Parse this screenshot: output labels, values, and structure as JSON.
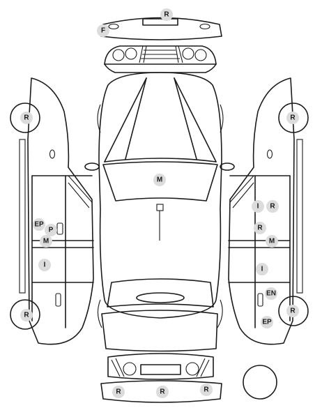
{
  "diagram": {
    "marker_color": "#dcdcdc",
    "line_color": "#1a1a1a",
    "markers": {
      "rear_bumper": "R",
      "rear_left_corner": "F",
      "roof": "M",
      "left_front_wheel": "R",
      "left_rear_wheel": "R",
      "left_front_door_1": "EP",
      "left_front_door_2": "P",
      "left_front_door_3": "M",
      "left_rear_door": "I",
      "right_front_wheel": "R",
      "right_rear_wheel": "R",
      "right_front_door_1": "I",
      "right_front_door_2": "R",
      "right_front_door_3": "R",
      "right_front_door_4": "M",
      "right_rear_door_1": "I",
      "right_rear_door_2": "EN",
      "right_rear_door_3": "EP",
      "front_bumper_left": "R",
      "front_bumper_center": "R",
      "front_bumper_right": "R"
    }
  }
}
